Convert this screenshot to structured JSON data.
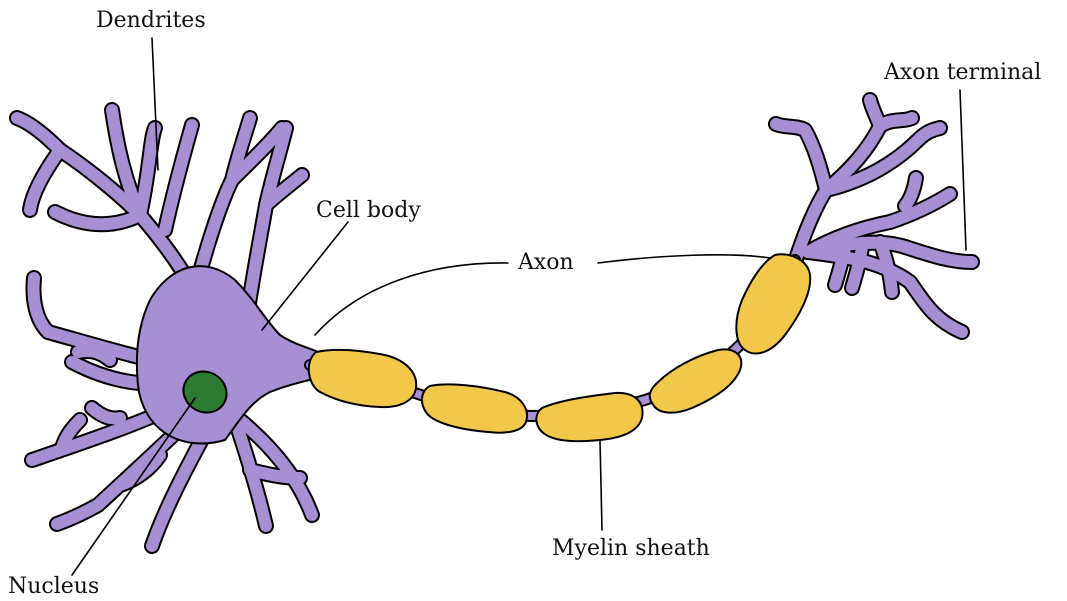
{
  "labels": {
    "dendrites": "Dendrites",
    "cell_body": "Cell body",
    "axon": "Axon",
    "axon_terminal": "Axon terminal",
    "myelin_sheath": "Myelin sheath",
    "nucleus": "Nucleus"
  },
  "colors": {
    "neuron": "#a68fd2",
    "myelin": "#f2c84b",
    "nucleus": "#2d7a32",
    "outline": "#000000",
    "leader": "#000000"
  }
}
